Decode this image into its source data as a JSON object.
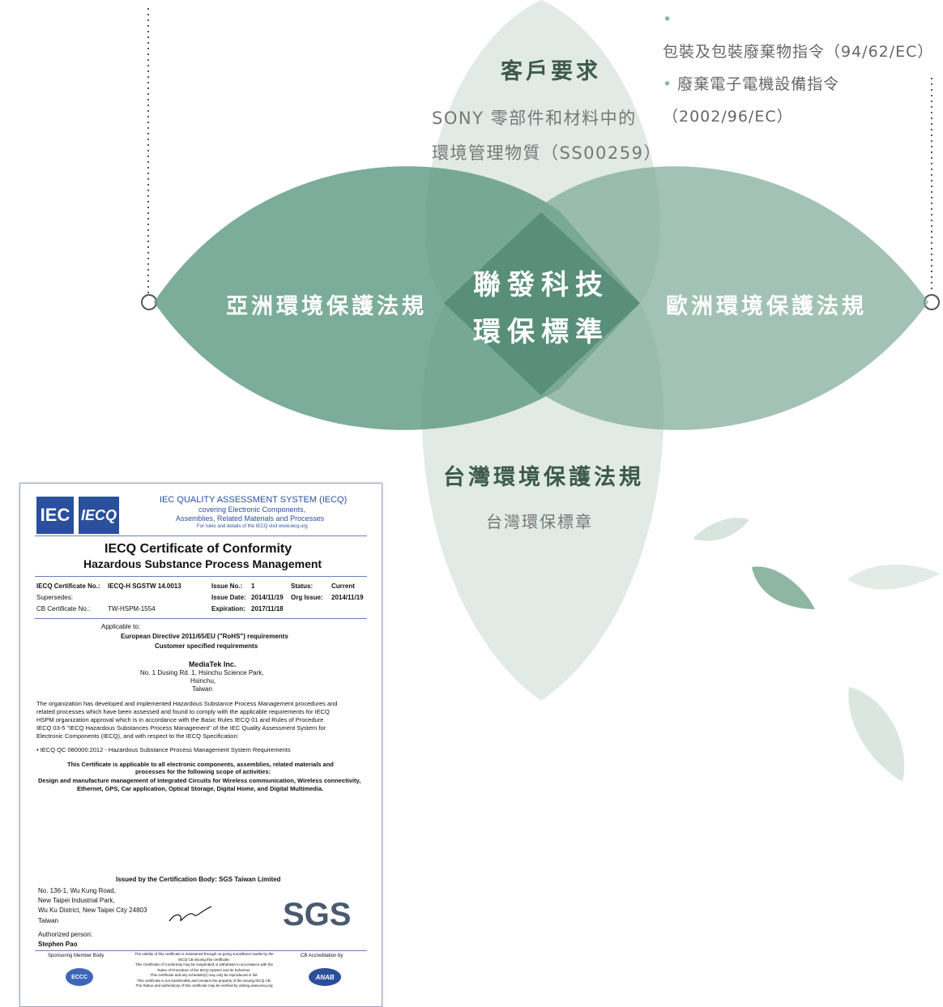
{
  "bullets": [
    "包裝及包裝廢棄物指令（94/62/EC）",
    "廢棄電子電機設備指令（2002/96/EC）"
  ],
  "petals": {
    "top_title": "客戶要求",
    "top_line1": "SONY 零部件和材料中的",
    "top_line2": "環境管理物質（SS00259）",
    "left_title": "亞洲環境保護法規",
    "right_title": "歐洲環境保護法規",
    "bottom_title": "台灣環境保護法規",
    "bottom_sub": "台灣環保標章",
    "center_line1": "聯發科技",
    "center_line2": "環保標準"
  },
  "certificate": {
    "logo_iec": "IEC",
    "logo_iecq": "IECQ",
    "header1": "IEC QUALITY ASSESSMENT SYSTEM (IECQ)",
    "header2": "covering Electronic Components,",
    "header3": "Assemblies, Related Materials and Processes",
    "header4": "For rules and details of the IECQ visit www.iecq.org",
    "title1": "IECQ Certificate of Conformity",
    "title2": "Hazardous Substance Process Management",
    "cert_no_label": "IECQ Certificate No.:",
    "cert_no": "IECQ-H SGSTW 14.0013",
    "supersedes_label": "Supersedes:",
    "cb_label": "CB Certificate No.:",
    "cb_no": "TW-HSPM-1554",
    "issue_no_label": "Issue No.:",
    "issue_no": "1",
    "issue_date_label": "Issue Date:",
    "issue_date": "2014/11/19",
    "expiration_label": "Expiration:",
    "expiration": "2017/11/18",
    "status_label": "Status:",
    "status": "Current",
    "org_issue_label": "Org Issue:",
    "org_issue": "2014/11/19",
    "applicable": "Applicable to:",
    "directive": "European Directive 2011/65/EU (\"RoHS\") requirements",
    "customer_req": "Customer specified requirements",
    "company": "MediaTek Inc.",
    "addr1": "No. 1 Dusing Rd. 1, Hsinchu Science Park,",
    "addr2": "Hsinchu,",
    "addr3": "Taiwan",
    "para1": "The organization has developed and implemented Hazardous Substance Process Management procedures and",
    "para2": "related processes which have been assessed and found to comply with the applicable requirements for IECQ",
    "para3": "HSPM organization approval which is in accordance with the Basic Rules IECQ 01 and Rules of Procedure",
    "para4": "IECQ 03-5 \"IECQ Hazardous Substances Process Management\" of the IEC Quality Assessment System for",
    "para5": "Electronic Components (IECQ), and with respect to the IECQ Specification:",
    "spec": "• IECQ QC 080000:2012 - Hazardous Substance Process Management System Requirements",
    "scope1": "This Certificate is applicable to all electronic components, assemblies, related materials and",
    "scope2": "processes for the following scope of activities:",
    "scope3": "Design and manufacture management of Integrated Circuits for Wireless communication, Wireless connectivity,",
    "scope4": "Ethernet, GPS, Car application, Optical Storage, Digital Home, and Digital Multimedia.",
    "issued_by": "Issued by the Certification Body: SGS Taiwan Limited",
    "sgs_addr1": "No. 136-1, Wu Kung Road,",
    "sgs_addr2": "New Taipei Industrial Park,",
    "sgs_addr3": "Wu Ku District, New Taipei City 24803",
    "sgs_addr4": "Taiwan",
    "auth_label": "Authorized person:",
    "auth_name": "Stephen Pao",
    "sgs_logo": "SGS",
    "sponsoring": "Sponsoring Member Body",
    "cb_accred": "CB Accreditation by",
    "fine1": "The validity of this certificate is maintained through on-going surveillance audits by the",
    "fine2": "IECQ CB issuing this certificate.",
    "fine3": "This Certificate of Conformity may be suspended or withdrawn in accordance with the",
    "fine4": "Rules of Procedure of the IECQ System and its Schemes.",
    "fine5": "This certificate and any schedule(s) may only be reproduced in full.",
    "fine6": "This certificate is not transferable and remains the property of the issuing IECQ CB.",
    "fine7": "The Status and authenticity of this certificate may be verified by visiting www.iecq.org",
    "badge_left": "ECCC",
    "badge_right": "ANAB"
  }
}
